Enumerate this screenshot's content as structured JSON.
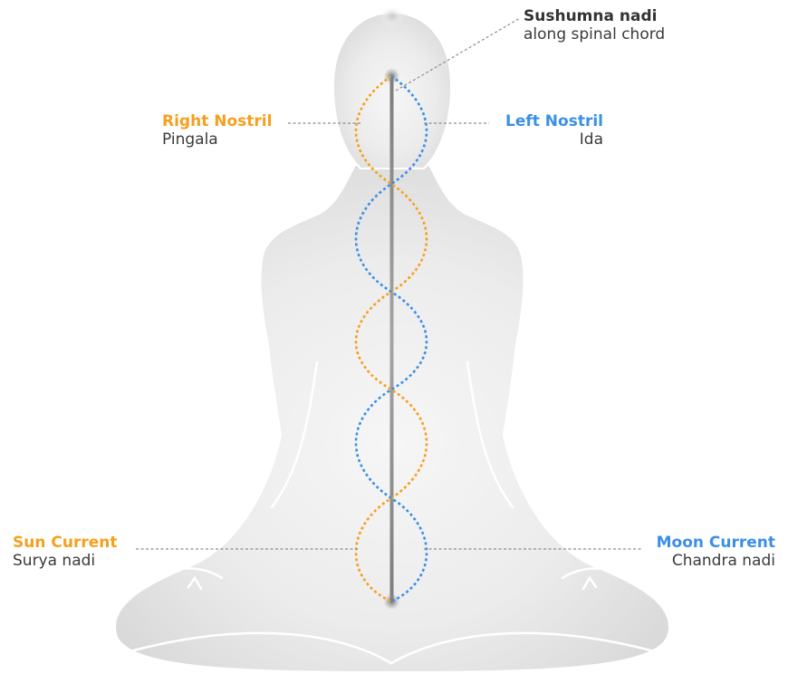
{
  "labels": {
    "sushumna": {
      "title": "Sushumna nadi",
      "sub": "along spinal chord"
    },
    "right_nostril": {
      "title": "Right Nostril",
      "sub": "Pingala"
    },
    "left_nostril": {
      "title": "Left Nostril",
      "sub": "Ida"
    },
    "sun_current": {
      "title": "Sun Current",
      "sub": "Surya nadi"
    },
    "moon_current": {
      "title": "Moon Current",
      "sub": "Chandra nadi"
    }
  },
  "colors": {
    "pingala": "#f5a01e",
    "ida": "#3b8fe6",
    "body_fill": "#e4e4e4",
    "body_outline": "#ffffff",
    "spine": "#8a8a8a",
    "leader_line": "#8c8c8c",
    "text_dark": "#333333"
  },
  "icons": {
    "figure": "meditating-figure-icon"
  }
}
